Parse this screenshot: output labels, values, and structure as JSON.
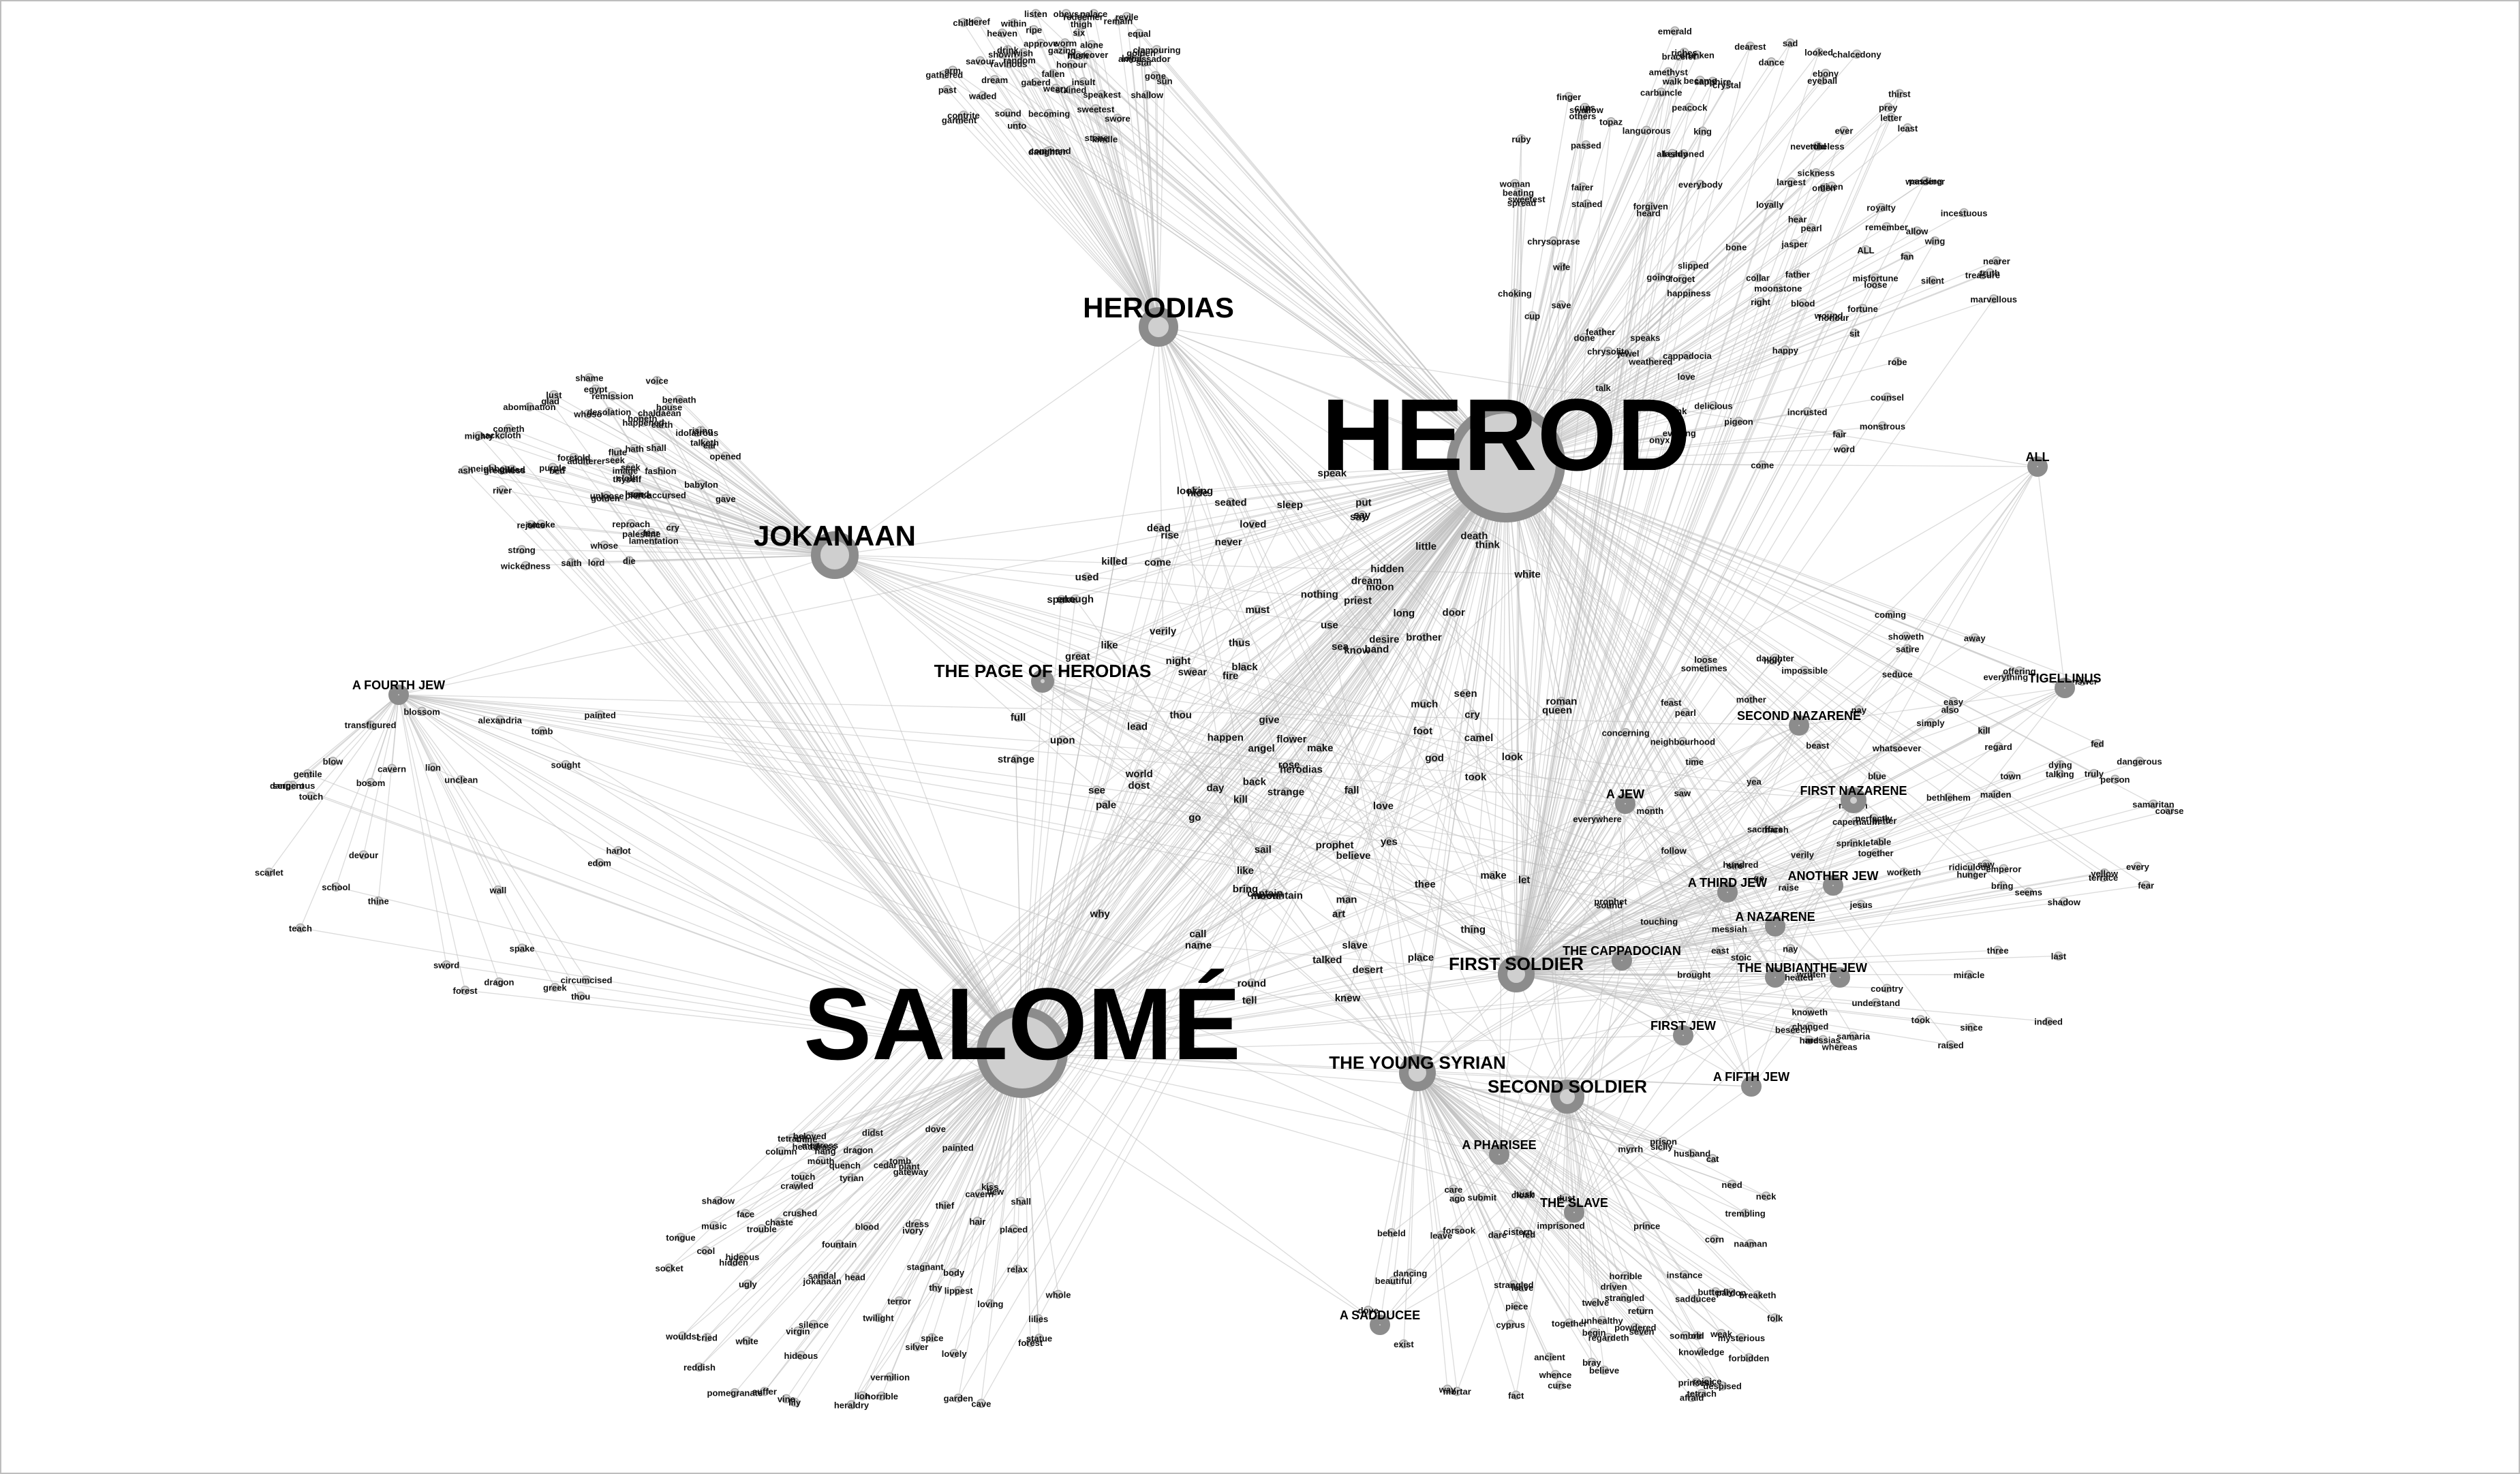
{
  "hubs": [
    {
      "id": "herod",
      "label": "HEROD",
      "size": "xl"
    },
    {
      "id": "salome",
      "label": "SALOMÉ",
      "size": "xl"
    },
    {
      "id": "jokanaan",
      "label": "JOKANAAN",
      "size": "lg"
    },
    {
      "id": "herodias",
      "label": "HERODIAS",
      "size": "lg"
    },
    {
      "id": "page",
      "label": "THE PAGE OF HERODIAS",
      "size": "md"
    },
    {
      "id": "young-syrian",
      "label": "THE YOUNG SYRIAN",
      "size": "md"
    },
    {
      "id": "first-soldier",
      "label": "FIRST SOLDIER",
      "size": "md"
    },
    {
      "id": "second-soldier",
      "label": "SECOND SOLDIER",
      "size": "md"
    },
    {
      "id": "tigellinus",
      "label": "TIGELLINUS",
      "size": "sm"
    },
    {
      "id": "first-nazarene",
      "label": "FIRST NAZARENE",
      "size": "sm"
    },
    {
      "id": "second-nazarene",
      "label": "SECOND NAZARENE",
      "size": "sm"
    },
    {
      "id": "fourth-jew",
      "label": "A FOURTH JEW",
      "size": "sm"
    },
    {
      "id": "cappadocian",
      "label": "THE CAPPADOCIAN",
      "size": "sm"
    },
    {
      "id": "a-jew",
      "label": "A JEW",
      "size": "sm"
    },
    {
      "id": "third-jew",
      "label": "A THIRD JEW",
      "size": "sm"
    },
    {
      "id": "another-jew",
      "label": "ANOTHER JEW",
      "size": "sm"
    },
    {
      "id": "a-nazarene",
      "label": "A NAZARENE",
      "size": "sm"
    },
    {
      "id": "nubian",
      "label": "THE NUBIAN",
      "size": "sm"
    },
    {
      "id": "the-jew",
      "label": "THE JEW",
      "size": "sm"
    },
    {
      "id": "first-jew",
      "label": "FIRST JEW",
      "size": "sm"
    },
    {
      "id": "fifth-jew",
      "label": "A FIFTH JEW",
      "size": "sm"
    },
    {
      "id": "pharisee",
      "label": "A PHARISEE",
      "size": "sm"
    },
    {
      "id": "slave",
      "label": "THE SLAVE",
      "size": "sm"
    },
    {
      "id": "sadducee",
      "label": "A SADDUCEE",
      "size": "sm"
    },
    {
      "id": "all",
      "label": "ALL",
      "size": "sm"
    }
  ],
  "words": {
    "herodias": [
      "alone",
      "waded",
      "shown",
      "six",
      "hush",
      "fallen",
      "gaberd",
      "moreover",
      "golden",
      "swore",
      "redeemer",
      "sweetest",
      "loyal",
      "obeys",
      "random",
      "drink",
      "becoming",
      "theref",
      "honour",
      "contrite",
      "gazing",
      "gathered",
      "remain",
      "equal",
      "approve",
      "clamouring",
      "speakest",
      "revile",
      "weary",
      "ravinous",
      "dream",
      "insult",
      "past",
      "arm",
      "child",
      "ambassador",
      "worm",
      "listen",
      "savour",
      "stained",
      "sound",
      "wish",
      "gone",
      "shallow",
      "garment",
      "sun",
      "heaven",
      "stone",
      "command",
      "unto",
      "daughter",
      "within",
      "palace",
      "star",
      "ripe",
      "kindle",
      "thigh"
    ],
    "herod": [
      "loyally",
      "collar",
      "eyeball",
      "thirst",
      "fairer",
      "sweetest",
      "chrysolite",
      "bracelet",
      "pigeon",
      "wanderer",
      "passed",
      "forgiven",
      "sit",
      "letter",
      "weathered",
      "moonstone",
      "happiness",
      "feather",
      "nevertheless",
      "wound",
      "incrusted",
      "dearest",
      "prey",
      "swallow",
      "ruby",
      "jasper",
      "onyx",
      "sapphire",
      "spread",
      "ebony",
      "royalty",
      "crystal",
      "amethyst",
      "emerald",
      "carbuncle",
      "topaz",
      "treasure",
      "remember",
      "passing",
      "happy",
      "slipped",
      "sad",
      "drunk",
      "cappadocia",
      "jewel",
      "chrysoprase",
      "finger",
      "choking",
      "languorous",
      "loose",
      "largest",
      "fashioned",
      "counsel",
      "cups",
      "chalcedony",
      "pearl",
      "marvellous",
      "delicious",
      "riches",
      "robe",
      "fortune",
      "dance",
      "monstrous",
      "others",
      "omen",
      "peacock",
      "allow",
      "everybody",
      "fair",
      "wing",
      "wife",
      "beating",
      "right",
      "going",
      "truth",
      "least",
      "told",
      "bone",
      "father",
      "honour",
      "already",
      "drunken",
      "sickness",
      "stained",
      "done",
      "ever",
      "incestuous",
      "come",
      "became",
      "given",
      "cup",
      "walk",
      "evening",
      "silent",
      "nearer",
      "woman",
      "hear",
      "talk",
      "forget",
      "speaks",
      "fan",
      "looked",
      "save",
      "blood",
      "misfortune",
      "word",
      "heard",
      "king",
      "love",
      "ALL"
    ],
    "jokanaan": [
      "adulterer",
      "pierce",
      "lust",
      "seek",
      "palestine",
      "unloose",
      "ash",
      "neighbour",
      "idolatrous",
      "talketh",
      "rejoice",
      "fear",
      "abomination",
      "chaldaean",
      "wickedness",
      "shame",
      "desolation",
      "babylon",
      "greatness",
      "lamentation",
      "bed",
      "remission",
      "house",
      "honeth",
      "smoke",
      "heard",
      "sackcloth",
      "cloth",
      "opened",
      "ear",
      "foretold",
      "river",
      "cometh",
      "whoso",
      "thyself",
      "fashion",
      "golden",
      "glad",
      "seek",
      "earth",
      "die",
      "saith",
      "mighty",
      "shall",
      "gave",
      "lord",
      "gilded",
      "voice",
      "accursed",
      "purple",
      "whose",
      "happened",
      "reproach",
      "rising",
      "flute",
      "hath",
      "strong",
      "image",
      "beneath",
      "cry",
      "egypt",
      "son"
    ],
    "salome": [
      "placed",
      "shall",
      "vine",
      "quench",
      "mouth",
      "kiss",
      "silence",
      "vermilion",
      "headdress",
      "column",
      "tyrian",
      "lippest",
      "relax",
      "loving",
      "stagnant",
      "crushed",
      "silver",
      "reddish",
      "lilies",
      "pomegranate",
      "hang",
      "flew",
      "sandal",
      "suffer",
      "whole",
      "cedar",
      "cool",
      "lily",
      "mistress",
      "beloved",
      "hideous",
      "garden",
      "hidden",
      "fountain",
      "terror",
      "music",
      "twilight",
      "statue",
      "tongue",
      "dress",
      "socket",
      "ivory",
      "white",
      "horrible",
      "thief",
      "gateway",
      "crawled",
      "hideous",
      "ugly",
      "plant",
      "spice",
      "heraldry",
      "touch",
      "lovely",
      "blood",
      "cave",
      "face",
      "head",
      "hair",
      "jokanaan",
      "wouldst",
      "virgin",
      "cried",
      "body",
      "cavern",
      "painted",
      "lion",
      "dragon",
      "tomb",
      "forest",
      "chaste",
      "dove",
      "shadow",
      "trouble",
      "tetrach",
      "didst",
      "thine",
      "thy"
    ],
    "center": [
      "give",
      "thou",
      "look",
      "like",
      "see",
      "know",
      "go",
      "let",
      "say",
      "thee",
      "moon",
      "come",
      "much",
      "hand",
      "looking",
      "happen",
      "camel",
      "must",
      "say",
      "back",
      "foot",
      "desert",
      "night",
      "spake",
      "rise",
      "strange",
      "slave",
      "world",
      "captain",
      "tell",
      "great",
      "nothing",
      "make",
      "speak",
      "brother",
      "make",
      "think",
      "enough",
      "queen",
      "pale",
      "herodias",
      "name",
      "prophet",
      "god",
      "loved",
      "black",
      "swear",
      "love",
      "sleep",
      "man",
      "never",
      "like",
      "dead",
      "believe",
      "thing",
      "little",
      "hidden",
      "bring",
      "sail",
      "desire",
      "white",
      "yes",
      "mountain",
      "angel",
      "rose",
      "talked",
      "priest",
      "seated",
      "roman",
      "hide",
      "call",
      "fire",
      "flower",
      "strange",
      "took",
      "dream",
      "kill",
      "killed",
      "round",
      "seen",
      "door",
      "moon",
      "cry",
      "use",
      "used",
      "verily",
      "thus",
      "put",
      "place",
      "upon",
      "day",
      "dost",
      "why",
      "art",
      "full",
      "death",
      "fall",
      "knew",
      "sea",
      "long",
      "lead"
    ],
    "firstsoldier": [
      "prophet",
      "shadow",
      "country",
      "feast",
      "fear",
      "saw",
      "time",
      "impossible",
      "indeed",
      "understand",
      "coming",
      "yellow",
      "sprinkle",
      "three",
      "coarse",
      "last",
      "beseech",
      "every",
      "sound",
      "saw",
      "bethlehem",
      "mother",
      "whatsoever",
      "raise",
      "east",
      "month",
      "nay",
      "blue",
      "miracle",
      "holy",
      "away",
      "brought",
      "truly",
      "everything",
      "ridiculous",
      "together",
      "table",
      "sometimes",
      "beast",
      "answer",
      "terrace",
      "follow",
      "better",
      "seems",
      "hundred",
      "samaria",
      "heated",
      "messias",
      "easy",
      "offering",
      "messiah",
      "talking",
      "since",
      "sire",
      "everywhere",
      "samaritan",
      "capernaum",
      "neighbourhood",
      "simply",
      "raiseth",
      "daughter",
      "yea",
      "dying",
      "seduce",
      "touching",
      "changed",
      "fed",
      "raised",
      "took",
      "worketh",
      "town",
      "knoweth",
      "showeth",
      "maiden",
      "sacrifice",
      "harsh",
      "perfectly",
      "stoic",
      "regard",
      "dangerous",
      "kill",
      "go",
      "hunger",
      "satire",
      "emperor",
      "written",
      "also",
      "nay",
      "hard",
      "concerning",
      "person",
      "jesus",
      "whereas",
      "verily",
      "loose",
      "pearl",
      "bring"
    ],
    "syrian": [
      "whence",
      "strangled",
      "seven",
      "driven",
      "powdered",
      "prison",
      "unhealthy",
      "weak",
      "breaketh",
      "bray",
      "corn",
      "knowledge",
      "mortar",
      "mysterious",
      "need",
      "regardeth",
      "together",
      "submit",
      "horrible",
      "forbidden",
      "sombre",
      "strangled",
      "hush",
      "believe",
      "beheld",
      "despised",
      "prince",
      "cistern",
      "butterfly",
      "cat",
      "pardon",
      "dancing",
      "afraid",
      "leave",
      "trembling",
      "myrrh",
      "exist",
      "naaman",
      "husband",
      "cloak",
      "piece",
      "neck",
      "dare",
      "fed",
      "old",
      "dust",
      "beautiful",
      "way",
      "dove",
      "tetrach",
      "princess",
      "leave",
      "begin",
      "cyprus",
      "sadducee",
      "imprisoned",
      "sicily",
      "twelve",
      "instance",
      "fact",
      "ago",
      "care",
      "forsook",
      "rejoice",
      "folk",
      "return",
      "curse",
      "ancient"
    ],
    "left": [
      "alexandria",
      "teach",
      "circumcised",
      "transfigured",
      "school",
      "gentile",
      "greek",
      "thou",
      "dangerous",
      "spake",
      "edom",
      "blow",
      "serpent",
      "sword",
      "scarlet",
      "devour",
      "bosom",
      "unclean",
      "blossom",
      "harlot",
      "dragon",
      "touch",
      "lion",
      "forest",
      "tomb",
      "cavern",
      "sought",
      "painted",
      "thine",
      "wall"
    ]
  }
}
